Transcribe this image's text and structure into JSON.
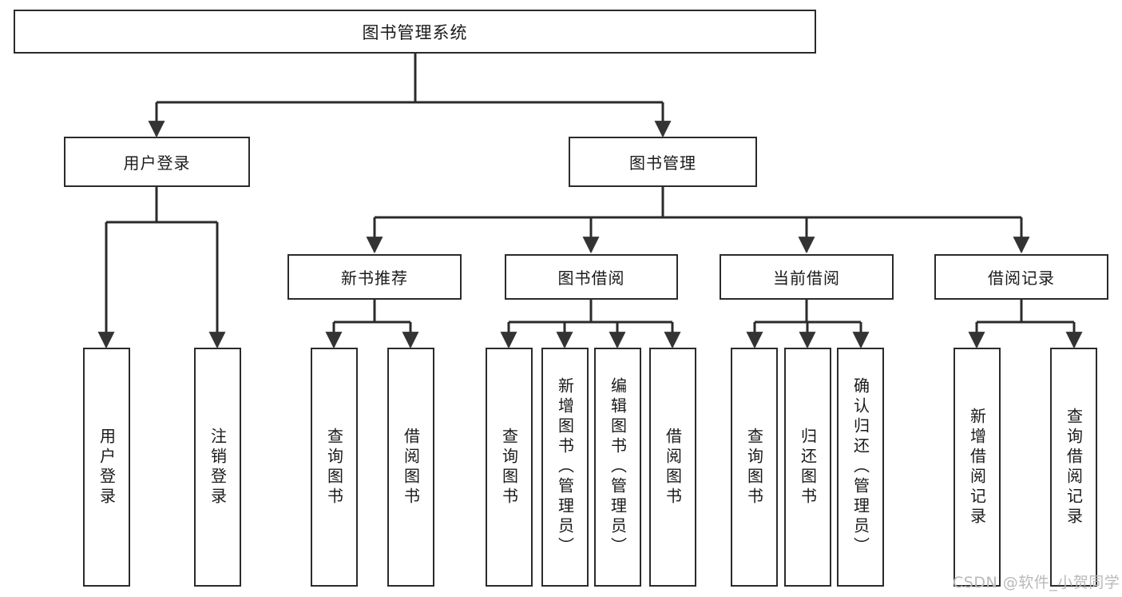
{
  "diagram": {
    "title": "图书管理系统",
    "type": "tree",
    "orientation": "top-down",
    "colors": {
      "box_border": "#2b2b2b",
      "box_fill": "#ffffff",
      "edge": "#2b2b2b",
      "arrowhead": "#333333",
      "text": "#1a1a1a",
      "watermark": "#b9b9b9",
      "background": "#ffffff"
    },
    "root": {
      "label": "图书管理系统"
    },
    "level1": [
      {
        "label": "用户登录"
      },
      {
        "label": "图书管理"
      }
    ],
    "level2": [
      {
        "label": "新书推荐"
      },
      {
        "label": "图书借阅"
      },
      {
        "label": "当前借阅"
      },
      {
        "label": "借阅记录"
      }
    ],
    "leaves": {
      "user_login": [
        {
          "label": "用户登录"
        },
        {
          "label": "注销登录"
        }
      ],
      "new_book_recommend": [
        {
          "label": "查询图书"
        },
        {
          "label": "借阅图书"
        }
      ],
      "book_borrow": [
        {
          "label": "查询图书"
        },
        {
          "label": "新增图书（管理员）"
        },
        {
          "label": "编辑图书（管理员）"
        },
        {
          "label": "借阅图书"
        }
      ],
      "current_borrow": [
        {
          "label": "查询图书"
        },
        {
          "label": "归还图书"
        },
        {
          "label": "确认归还（管理员）"
        }
      ],
      "borrow_record": [
        {
          "label": "新增借阅记录"
        },
        {
          "label": "查询借阅记录"
        }
      ]
    }
  },
  "watermark": {
    "text": "CSDN @软件_小贺同学"
  }
}
